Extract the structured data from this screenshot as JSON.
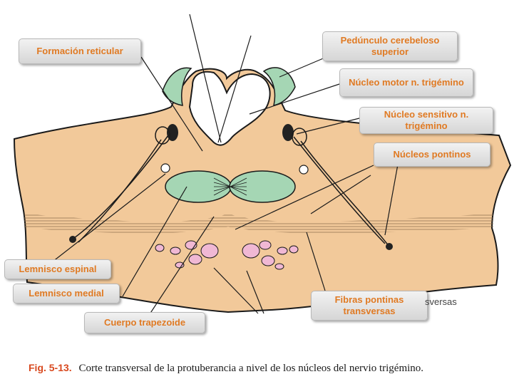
{
  "labels": {
    "formacion_reticular": "Formación reticular",
    "pedunculo": "Pedúnculo cerebeloso superior",
    "nucleo_motor": "Núcleo motor n. trigémino",
    "nucleo_sensitivo": "Núcleo sensitivo n. trigémino",
    "nucleos_pontinos": "Núcleos pontinos",
    "lemnisco_espinal": "Lemnisco espinal",
    "lemnisco_medial": "Lemnisco medial",
    "fibras_pontinas": "Fibras pontinas transversas",
    "cuerpo_trapezoide": "Cuerpo trapezoide"
  },
  "caption": {
    "fig": "Fig. 5-13.",
    "text": "Corte transversal de la protuberancia a nivel de los núcleos del nervio trigémino."
  },
  "stray_text": "sversas",
  "colors": {
    "tissue": "#f2c99a",
    "green": "#a5d6b4",
    "pink": "#f0b8d4",
    "label_text": "#e07a23",
    "lines": "#1a1a1a"
  }
}
